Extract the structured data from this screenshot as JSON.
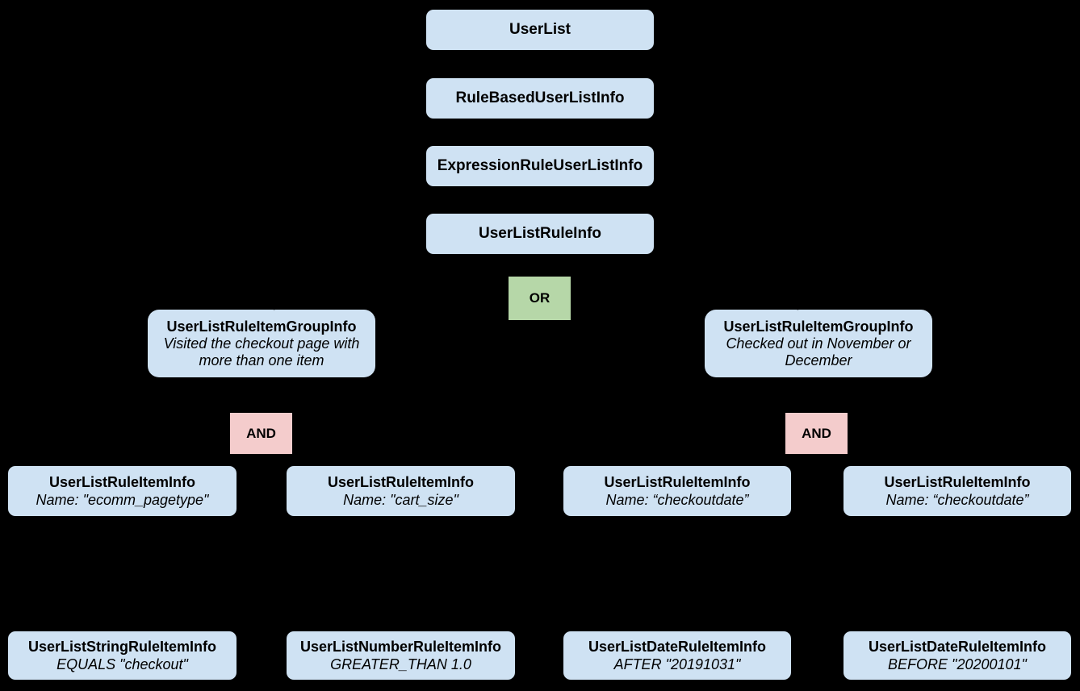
{
  "diagram": {
    "background": "#000000",
    "colors": {
      "node_fill": "#cfe2f3",
      "or_fill": "#b6d7a8",
      "and_fill": "#f4cccc",
      "text": "#000000"
    },
    "chain": [
      {
        "label": "UserList"
      },
      {
        "label": "RuleBasedUserListInfo"
      },
      {
        "label": "ExpressionRuleUserListInfo"
      },
      {
        "label": "UserListRuleInfo"
      }
    ],
    "operators": {
      "or": "OR",
      "and": "AND"
    },
    "groups": [
      {
        "title": "UserListRuleItemGroupInfo",
        "subtitle": "Visited the checkout page with more than one item"
      },
      {
        "title": "UserListRuleItemGroupInfo",
        "subtitle": "Checked out in November or December"
      }
    ],
    "rule_items": [
      {
        "title": "UserListRuleItemInfo",
        "subtitle": "Name: \"ecomm_pagetype\""
      },
      {
        "title": "UserListRuleItemInfo",
        "subtitle": "Name: \"cart_size\""
      },
      {
        "title": "UserListRuleItemInfo",
        "subtitle": "Name: “checkoutdate”"
      },
      {
        "title": "UserListRuleItemInfo",
        "subtitle": "Name: “checkoutdate”"
      }
    ],
    "operands": [
      {
        "title": "UserListStringRuleItemInfo",
        "subtitle": "EQUALS \"checkout\""
      },
      {
        "title": "UserListNumberRuleItemInfo",
        "subtitle": "GREATER_THAN 1.0"
      },
      {
        "title": "UserListDateRuleItemInfo",
        "subtitle": "AFTER \"20191031\""
      },
      {
        "title": "UserListDateRuleItemInfo",
        "subtitle": "BEFORE \"20200101\""
      }
    ]
  }
}
